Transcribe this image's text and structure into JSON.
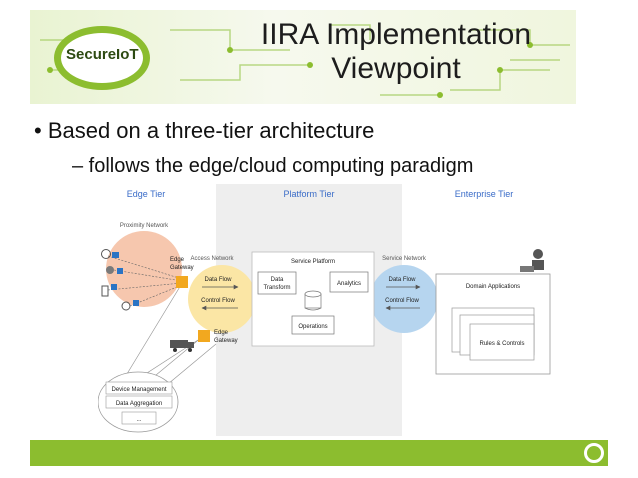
{
  "slide": {
    "logo_text": "SecureIoT",
    "title_line1": "IIRA Implementation",
    "title_line2": "Viewpoint",
    "bullets": [
      "• Based on a three-tier architecture",
      "– follows the edge/cloud computing paradigm"
    ]
  },
  "diagram": {
    "tiers": [
      "Edge Tier",
      "Platform Tier",
      "Enterprise Tier"
    ],
    "proximity_network": "Proximity Network",
    "access_network": "Access Network",
    "service_network": "Service Network",
    "edge_gateway": [
      "Edge",
      "Gateway"
    ],
    "data_flow": "Data Flow",
    "control_flow": "Control Flow",
    "service_platform": "Service Platform",
    "data_transform": [
      "Data",
      "Transform"
    ],
    "analytics": "Analytics",
    "operations": "Operations",
    "domain_applications": "Domain Applications",
    "rules_controls": "Rules & Controls",
    "device_management": "Device Management",
    "data_aggregation": "Data Aggregation",
    "ellipsis": "..."
  },
  "colors": {
    "brand_green": "#8cbd2f",
    "tier_label_blue": "#3a6cc8",
    "proximity_salmon": "#f6c7ae",
    "access_yellow": "#fbe6a5",
    "service_blue": "#b6d5ef",
    "platform_gray": "#eeeeee",
    "gateway_orange": "#f2a81f"
  }
}
